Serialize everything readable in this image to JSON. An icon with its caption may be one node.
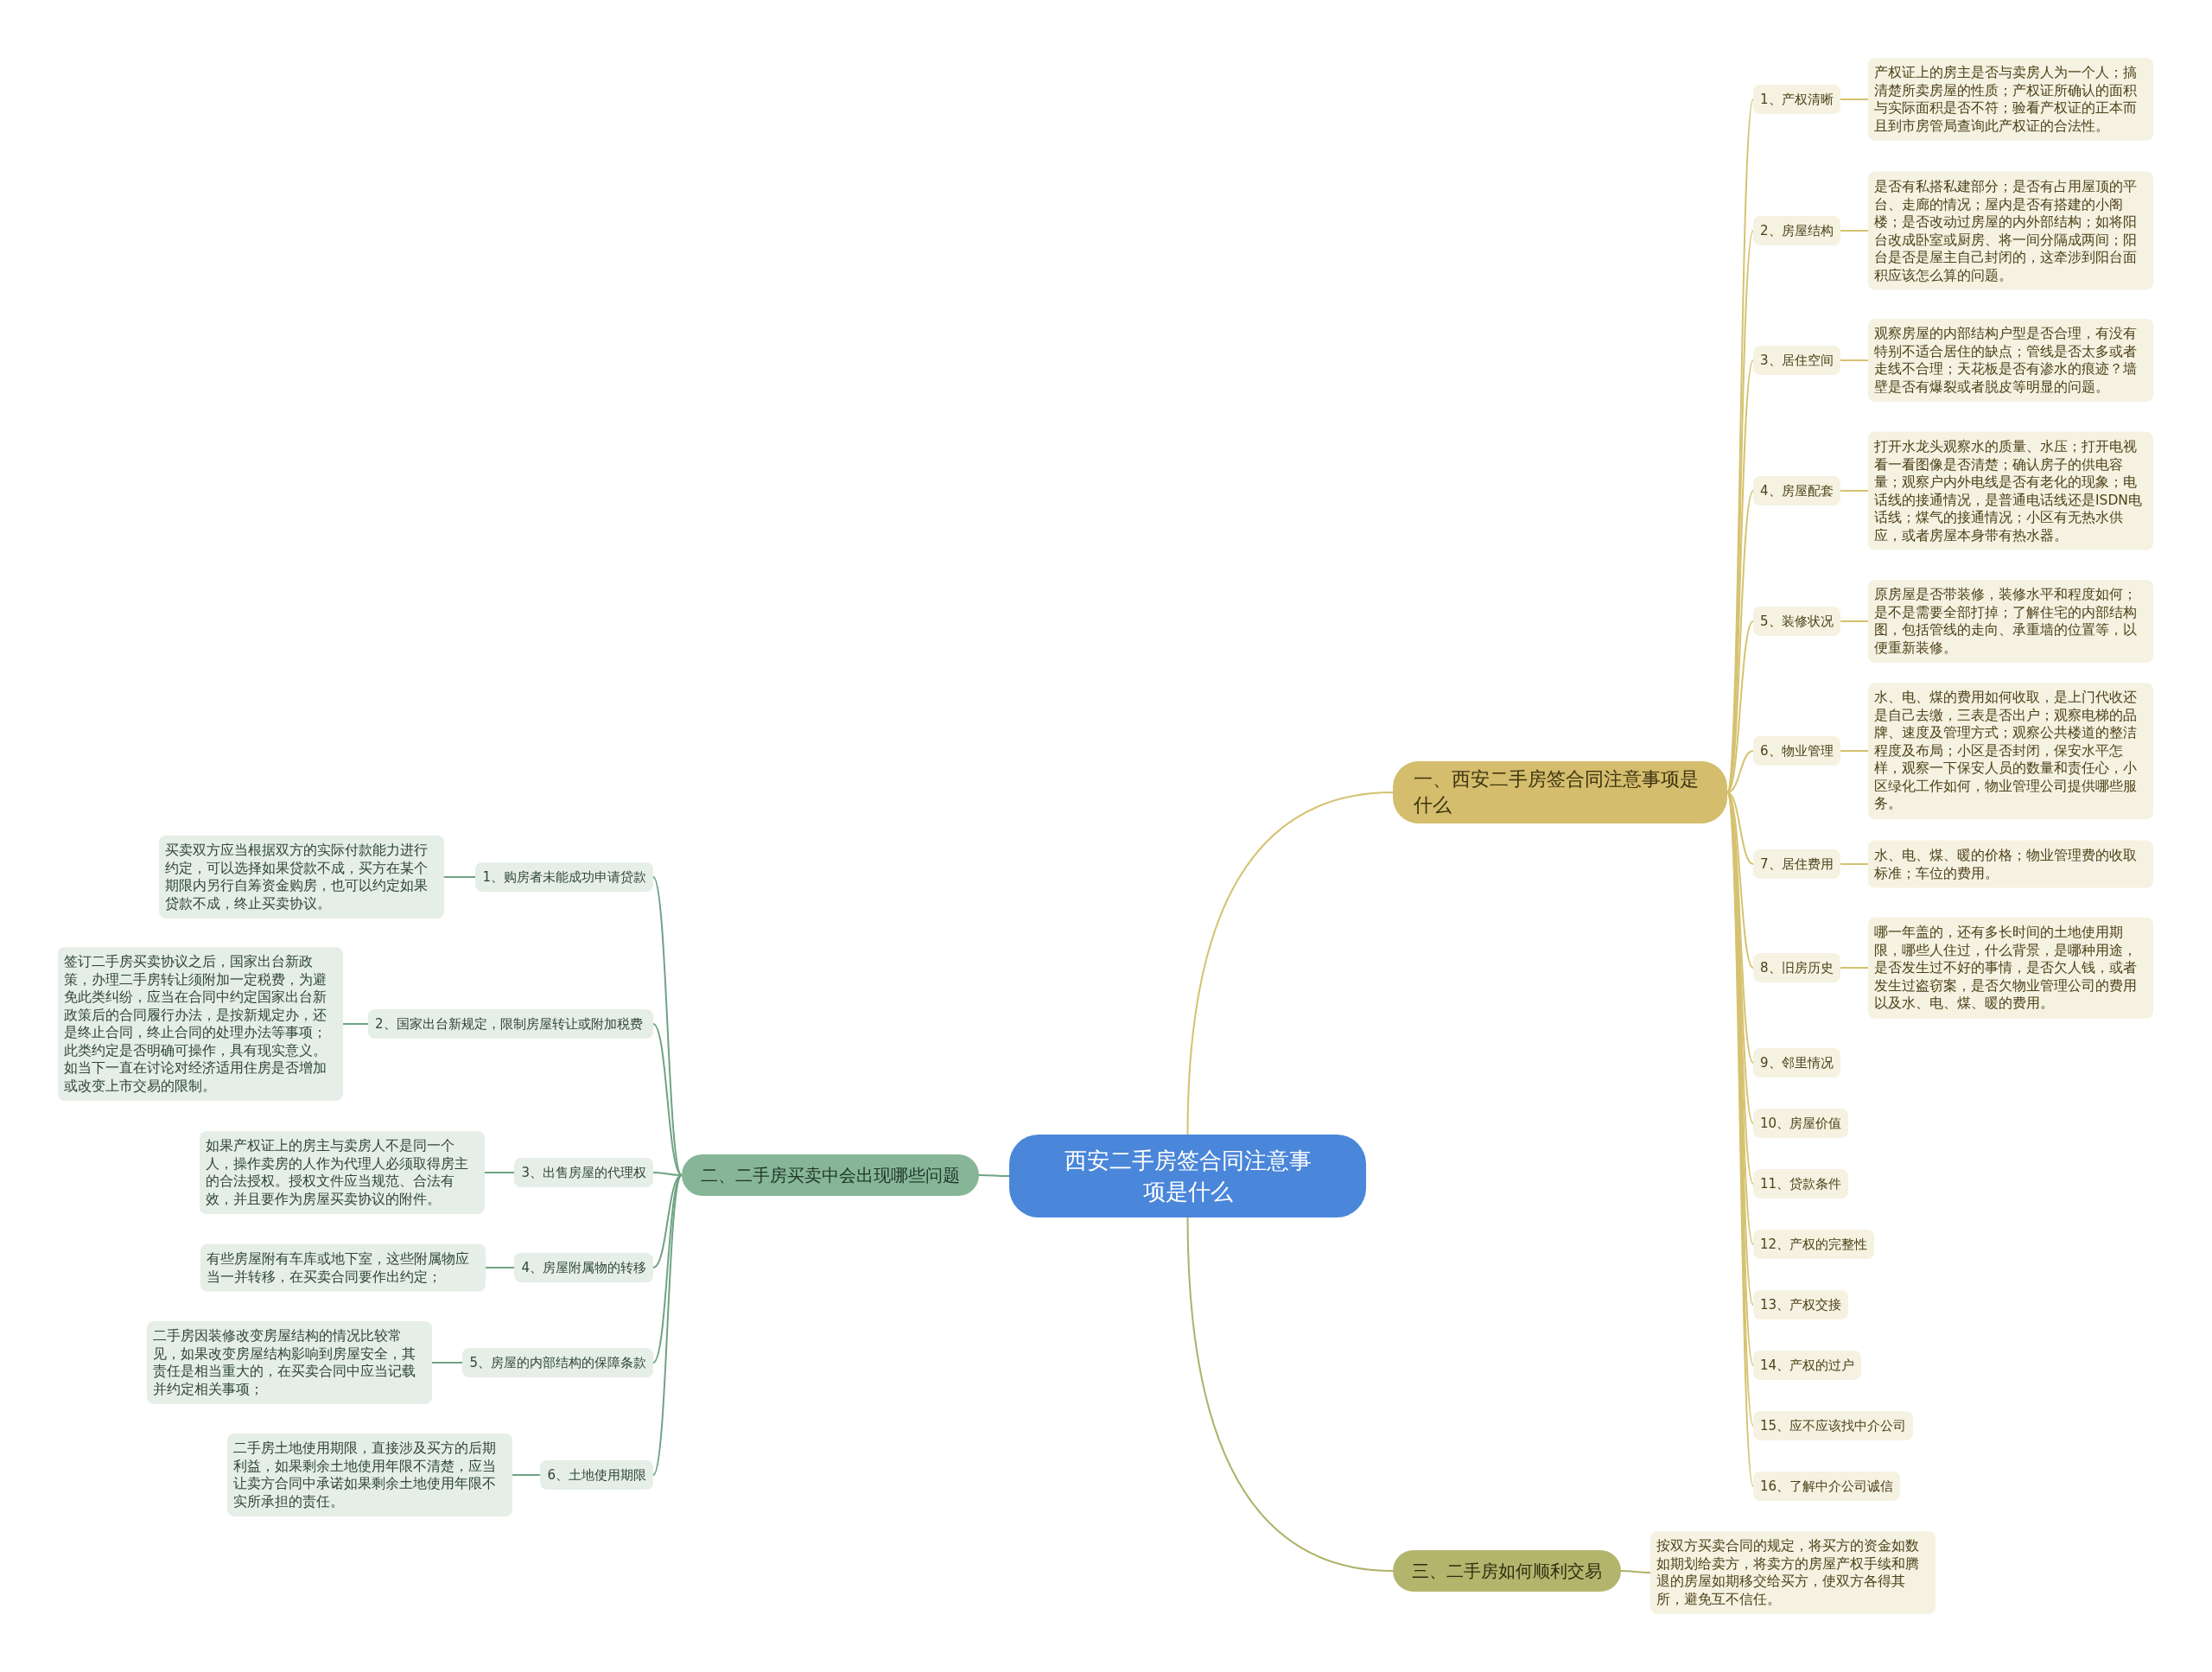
{
  "diagram": {
    "nodes": [
      {
        "text": [
          "西安二手房签合同注意事项是什么"
        ]
      },
      {
        "text": [
          "一、西安二手房签合同注意事项是什么"
        ]
      },
      {
        "text": [
          "1、产权清晰"
        ]
      },
      {
        "text": [
          "产权证上的房主是否与卖房人为一个人；搞清楚所卖房屋的性质；产权证所确认的面积与实际面积是否不符；验看产权证的正本而且到市房管局查询此产权证的合法性。"
        ]
      },
      {
        "text": [
          "2、房屋结构"
        ]
      },
      {
        "text": [
          "是否有私搭私建部分；是否有占用屋顶的平台、走廊的情况；屋内是否有搭建的小阁楼；是否改动过房屋的内外部结构；如将阳台改成卧室或厨房、将一间分隔成两间；阳台是否是屋主自己封闭的，这牵涉到阳台面积应该怎么算的问题。"
        ]
      },
      {
        "text": [
          "3、居住空间"
        ]
      },
      {
        "text": [
          "观察房屋的内部结构户型是否合理，有没有特别不适合居住的缺点；管线是否太多或者走线不合理；天花板是否有渗水的痕迹？墙壁是否有爆裂或者脱皮等明显的问题。"
        ]
      },
      {
        "text": [
          "4、房屋配套"
        ]
      },
      {
        "text": [
          "打开水龙头观察水的质量、水压；打开电视看一看图像是否清楚；确认房子的供电容量；观察户内外电线是否有老化的现象；电话线的接通情况，是普通电话线还是ISDN电话线；煤气的接通情况；小区有无热水供应，或者房屋本身带有热水器。"
        ]
      },
      {
        "text": [
          "5、装修状况"
        ]
      },
      {
        "text": [
          "原房屋是否带装修，装修水平和程度如何；是不是需要全部打掉；了解住宅的内部结构图，包括管线的走向、承重墙的位置等，以便重新装修。"
        ]
      },
      {
        "text": [
          "6、物业管理"
        ]
      },
      {
        "text": [
          "水、电、煤的费用如何收取，是上门代收还是自己去缴，三表是否出户；观察电梯的品牌、速度及管理方式；观察公共楼道的整洁程度及布局；小区是否封闭，保安水平怎样，观察一下保安人员的数量和责任心，小区绿化工作如何，物业管理公司提供哪些服务。"
        ]
      },
      {
        "text": [
          "7、居住费用"
        ]
      },
      {
        "text": [
          "水、电、煤、暖的价格；物业管理费的收取标准；车位的费用。"
        ]
      },
      {
        "text": [
          "8、旧房历史"
        ]
      },
      {
        "text": [
          "哪一年盖的，还有多长时间的土地使用期限，哪些人住过，什么背景，是哪种用途，是否发生过不好的事情，是否欠人钱，或者发生过盗窃案，是否欠物业管理公司的费用以及水、电、煤、暖的费用。"
        ]
      },
      {
        "text": [
          "9、邻里情况"
        ]
      },
      {
        "text": [
          "10、房屋价值"
        ]
      },
      {
        "text": [
          "11、贷款条件"
        ]
      },
      {
        "text": [
          "12、产权的完整性"
        ]
      },
      {
        "text": [
          "13、产权交接"
        ]
      },
      {
        "text": [
          "14、产权的过户"
        ]
      },
      {
        "text": [
          "15、应不应该找中介公司"
        ]
      },
      {
        "text": [
          "16、了解中介公司诚信"
        ]
      },
      {
        "text": [
          "二、二手房买卖中会出现哪些问题"
        ]
      },
      {
        "text": [
          "1、购房者未能成功申请贷款"
        ]
      },
      {
        "text": [
          "买卖双方应当根据双方的实际付款能力进行约定，可以选择如果贷款不成，买方在某个期限内另行自筹资金购房，也可以约定如果贷款不成，终止买卖协议。"
        ]
      },
      {
        "text": [
          "2、国家出台新规定，限制房屋转让或附加税费"
        ]
      },
      {
        "text": [
          "签订二手房买卖协议之后，国家出台新政策，办理二手房转让须附加一定税费，为避免此类纠纷，应当在合同中约定国家出台新政策后的合同履行办法，是按新规定办，还是终止合同，终止合同的处理办法等事项；此类约定是否明确可操作，具有现实意义。如当下一直在讨论对经济适用住房是否增加或改变上市交易的限制。"
        ]
      },
      {
        "text": [
          "3、出售房屋的代理权"
        ]
      },
      {
        "text": [
          "如果产权证上的房主与卖房人不是同一个人，操作卖房的人作为代理人必须取得房主的合法授权。授权文件应当规范、合法有效，并且要作为房屋买卖协议的附件。"
        ]
      },
      {
        "text": [
          "4、房屋附属物的转移"
        ]
      },
      {
        "text": [
          "有些房屋附有车库或地下室，这些附属物应当一并转移，在买卖合同要作出约定；"
        ]
      },
      {
        "text": [
          "5、房屋的内部结构的保障条款"
        ]
      },
      {
        "text": [
          "二手房因装修改变房屋结构的情况比较常见，如果改变房屋结构影响到房屋安全，其责任是相当重大的，在买卖合同中应当记载并约定相关事项；"
        ]
      },
      {
        "text": [
          "6、土地使用期限"
        ]
      },
      {
        "text": [
          "二手房土地使用期限，直接涉及买方的后期利益，如果剩余土地使用年限不清楚，应当让卖方合同中承诺如果剩余土地使用年限不实所承担的责任。"
        ]
      },
      {
        "text": [
          "三、二手房如何顺利交易"
        ]
      },
      {
        "text": [
          "按双方买卖合同的规定，将买方的资金如数如期划给卖方，将卖方的房屋产权手续和腾退的房屋如期移交给买方，使双方各得其所，避免互不信任。"
        ]
      }
    ],
    "edges": [
      {
        "from": 0,
        "to": 1,
        "arrow": "none"
      },
      {
        "from": 1,
        "to": 2,
        "arrow": "none"
      },
      {
        "from": 2,
        "to": 3,
        "arrow": "none"
      },
      {
        "from": 1,
        "to": 4,
        "arrow": "none"
      },
      {
        "from": 4,
        "to": 5,
        "arrow": "none"
      },
      {
        "from": 1,
        "to": 6,
        "arrow": "none"
      },
      {
        "from": 6,
        "to": 7,
        "arrow": "none"
      },
      {
        "from": 1,
        "to": 8,
        "arrow": "none"
      },
      {
        "from": 8,
        "to": 9,
        "arrow": "none"
      },
      {
        "from": 1,
        "to": 10,
        "arrow": "none"
      },
      {
        "from": 10,
        "to": 11,
        "arrow": "none"
      },
      {
        "from": 1,
        "to": 12,
        "arrow": "none"
      },
      {
        "from": 12,
        "to": 13,
        "arrow": "none"
      },
      {
        "from": 1,
        "to": 14,
        "arrow": "none"
      },
      {
        "from": 14,
        "to": 15,
        "arrow": "none"
      },
      {
        "from": 1,
        "to": 16,
        "arrow": "none"
      },
      {
        "from": 16,
        "to": 17,
        "arrow": "none"
      },
      {
        "from": 1,
        "to": 18,
        "arrow": "none"
      },
      {
        "from": 1,
        "to": 19,
        "arrow": "none"
      },
      {
        "from": 1,
        "to": 20,
        "arrow": "none"
      },
      {
        "from": 1,
        "to": 21,
        "arrow": "none"
      },
      {
        "from": 1,
        "to": 22,
        "arrow": "none"
      },
      {
        "from": 1,
        "to": 23,
        "arrow": "none"
      },
      {
        "from": 1,
        "to": 24,
        "arrow": "none"
      },
      {
        "from": 1,
        "to": 25,
        "arrow": "none"
      },
      {
        "from": 0,
        "to": 26,
        "arrow": "none",
        "color": "#6fa383"
      },
      {
        "from": 26,
        "to": 27,
        "arrow": "none",
        "color": "#6fa383"
      },
      {
        "from": 27,
        "to": 28,
        "arrow": "none",
        "color": "#6fa383"
      },
      {
        "from": 26,
        "to": 29,
        "arrow": "none",
        "color": "#6fa383"
      },
      {
        "from": 29,
        "to": 30,
        "arrow": "none",
        "color": "#6fa383"
      },
      {
        "from": 26,
        "to": 31,
        "arrow": "none",
        "color": "#6fa383"
      },
      {
        "from": 31,
        "to": 32,
        "arrow": "none",
        "color": "#6fa383"
      },
      {
        "from": 26,
        "to": 33,
        "arrow": "none",
        "color": "#6fa383"
      },
      {
        "from": 33,
        "to": 34,
        "arrow": "none",
        "color": "#6fa383"
      },
      {
        "from": 26,
        "to": 35,
        "arrow": "none",
        "color": "#6fa383"
      },
      {
        "from": 35,
        "to": 36,
        "arrow": "none",
        "color": "#6fa383"
      },
      {
        "from": 26,
        "to": 37,
        "arrow": "none",
        "color": "#6fa383"
      },
      {
        "from": 37,
        "to": 38,
        "arrow": "none",
        "color": "#6fa383"
      },
      {
        "from": 0,
        "to": 39,
        "arrow": "none",
        "color": "#aeb267"
      },
      {
        "from": 39,
        "to": 40,
        "arrow": "none",
        "color": "#aeb267"
      }
    ]
  }
}
